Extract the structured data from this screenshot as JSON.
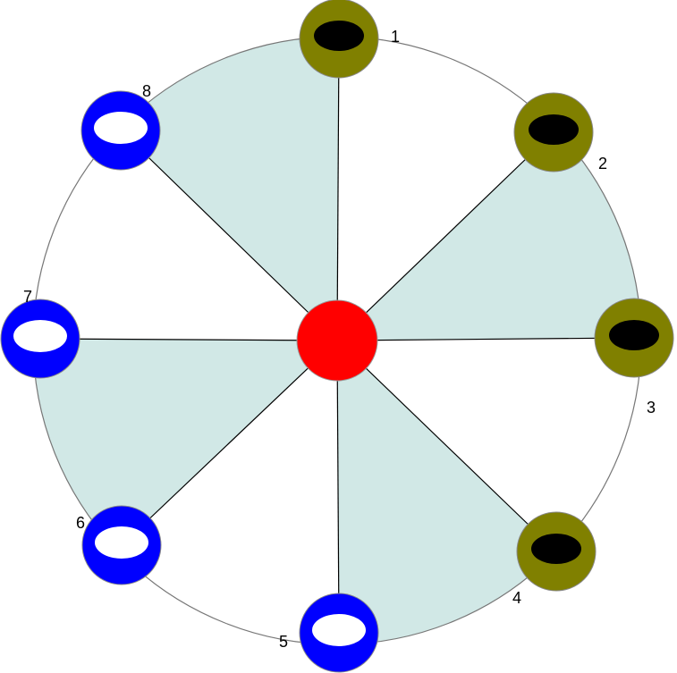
{
  "colors": {
    "sector_fill": "#d1e8e6",
    "ring_stroke": "#777777",
    "spoke": "#000000",
    "hub": "#ff0000",
    "olive": "#808000",
    "blue": "#0000ff",
    "hole_dark": "#000000",
    "hole_light": "#ffffff"
  },
  "hub": {
    "label": ""
  },
  "nodes": [
    {
      "label": "1",
      "type": "olive"
    },
    {
      "label": "2",
      "type": "olive"
    },
    {
      "label": "3",
      "type": "olive"
    },
    {
      "label": "4",
      "type": "olive"
    },
    {
      "label": "5",
      "type": "blue"
    },
    {
      "label": "6",
      "type": "blue"
    },
    {
      "label": "7",
      "type": "blue"
    },
    {
      "label": "8",
      "type": "blue"
    }
  ]
}
